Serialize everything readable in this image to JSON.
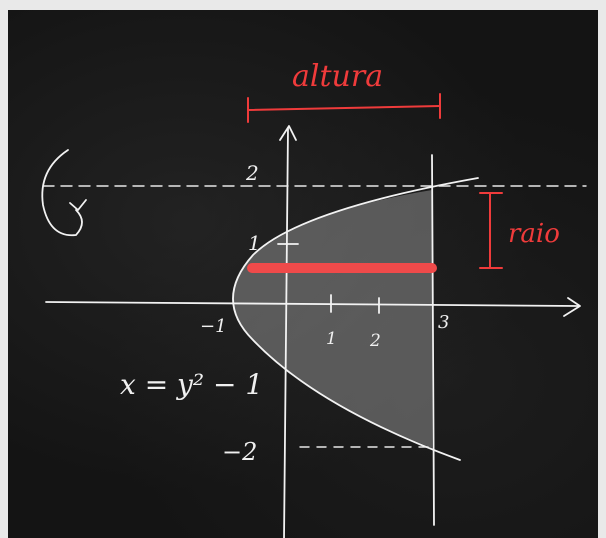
{
  "labels": {
    "altura": "altura",
    "raio": "raio",
    "equation": "x = y² − 1",
    "tick_y_2": "2",
    "tick_y_1": "1",
    "tick_y_neg2": "−2",
    "tick_x_neg1": "−1",
    "tick_x_1": "1",
    "tick_x_2": "2",
    "tick_x_3": "3"
  },
  "colors": {
    "chalk": "#f2f2f2",
    "accent_red": "#ef3b3b",
    "board": "#141414",
    "region_fill": "#8a8a8a"
  }
}
